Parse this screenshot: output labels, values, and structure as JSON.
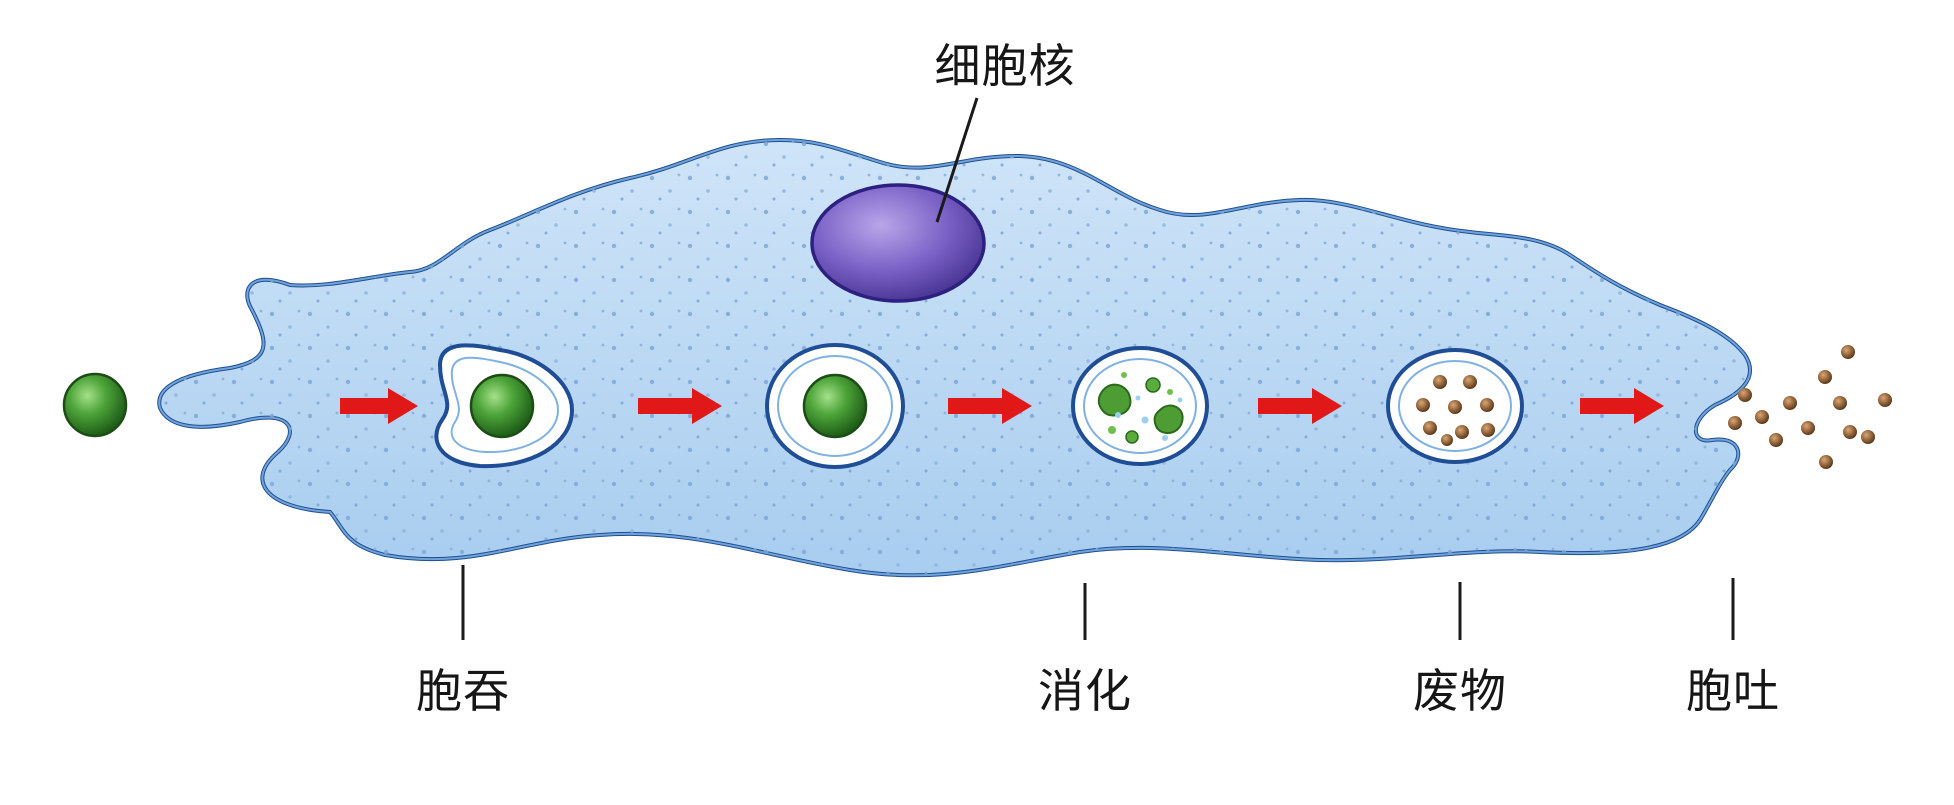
{
  "labels": {
    "nucleus": "细胞核",
    "phagocytosis": "胞吞",
    "digestion": "消化",
    "waste": "废物",
    "exocytosis": "胞吐"
  },
  "colors": {
    "cell_fill": "#b9d8f4",
    "cell_outline": "#1f4e96",
    "nucleus": "#6a52b4",
    "food_particle": "#3f9a2c",
    "arrow": "#e01818",
    "waste_particle": "#8a5a32"
  }
}
